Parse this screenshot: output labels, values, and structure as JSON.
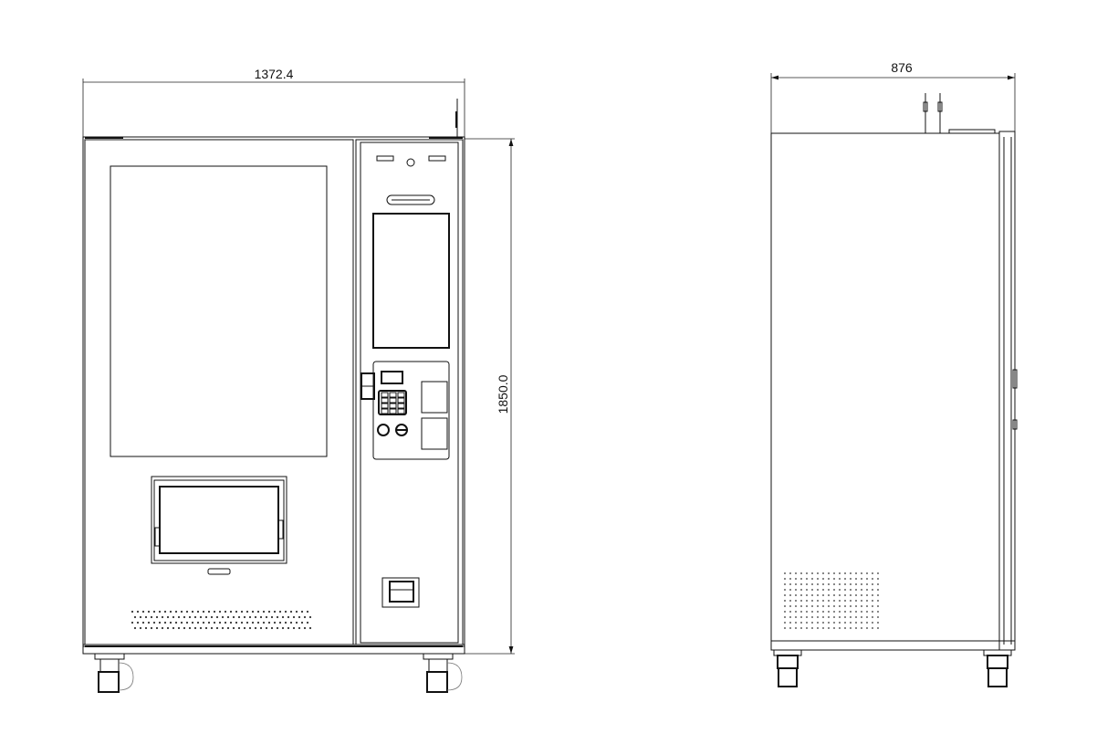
{
  "drawing": {
    "front_view": {
      "width_dimension": "1372.4",
      "height_dimension": "1850.0"
    },
    "side_view": {
      "depth_dimension": "876"
    }
  }
}
